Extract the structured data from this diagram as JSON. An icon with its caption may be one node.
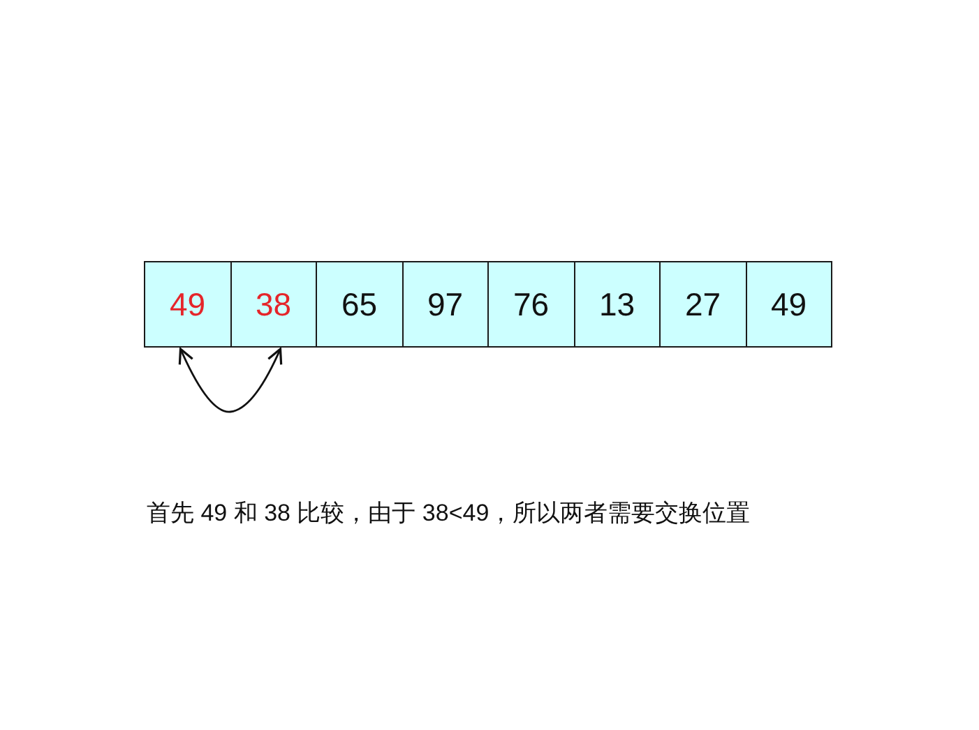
{
  "diagram": {
    "caption": "首先 49 和 38 比较，由于 38<49，所以两者需要交换位置",
    "nodes": [
      {
        "text": [
          "49"
        ]
      },
      {
        "text": [
          "38"
        ]
      },
      {
        "text": [
          "65"
        ]
      },
      {
        "text": [
          "97"
        ]
      },
      {
        "text": [
          "76"
        ]
      },
      {
        "text": [
          "13"
        ]
      },
      {
        "text": [
          "27"
        ]
      },
      {
        "text": [
          "49"
        ]
      }
    ],
    "edges": [
      {
        "from": 0,
        "to": 1,
        "arrow": "both"
      }
    ]
  }
}
